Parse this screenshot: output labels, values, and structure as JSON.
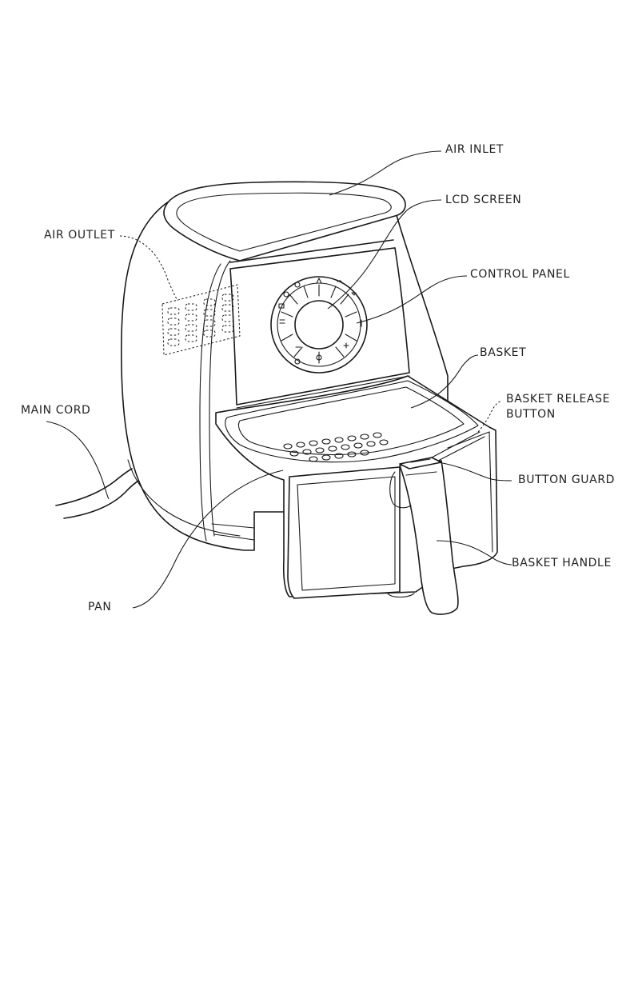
{
  "labels": {
    "air_inlet": "AIR INLET",
    "lcd_screen": "LCD SCREEN",
    "air_outlet": "AIR OUTLET",
    "control_panel": "CONTROL PANEL",
    "basket": "BASKET",
    "basket_release_button": [
      "BASKET RELEASE",
      "BUTTON"
    ],
    "main_cord": "MAIN CORD",
    "button_guard": "BUTTON GUARD",
    "basket_handle": "BASKET HANDLE",
    "pan": "PAN"
  },
  "colors": {
    "line": "#1a1a1a",
    "text": "#222222",
    "background": "#ffffff"
  },
  "icons": {
    "control_panel_symbols": [
      "timer-icon",
      "minus-icon",
      "power-icon",
      "plus-icon",
      "temperature-icon",
      "menu-icon",
      "fries-icon",
      "chicken-icon",
      "shrimp-icon",
      "fish-icon",
      "cake-icon",
      "steak-icon"
    ]
  }
}
